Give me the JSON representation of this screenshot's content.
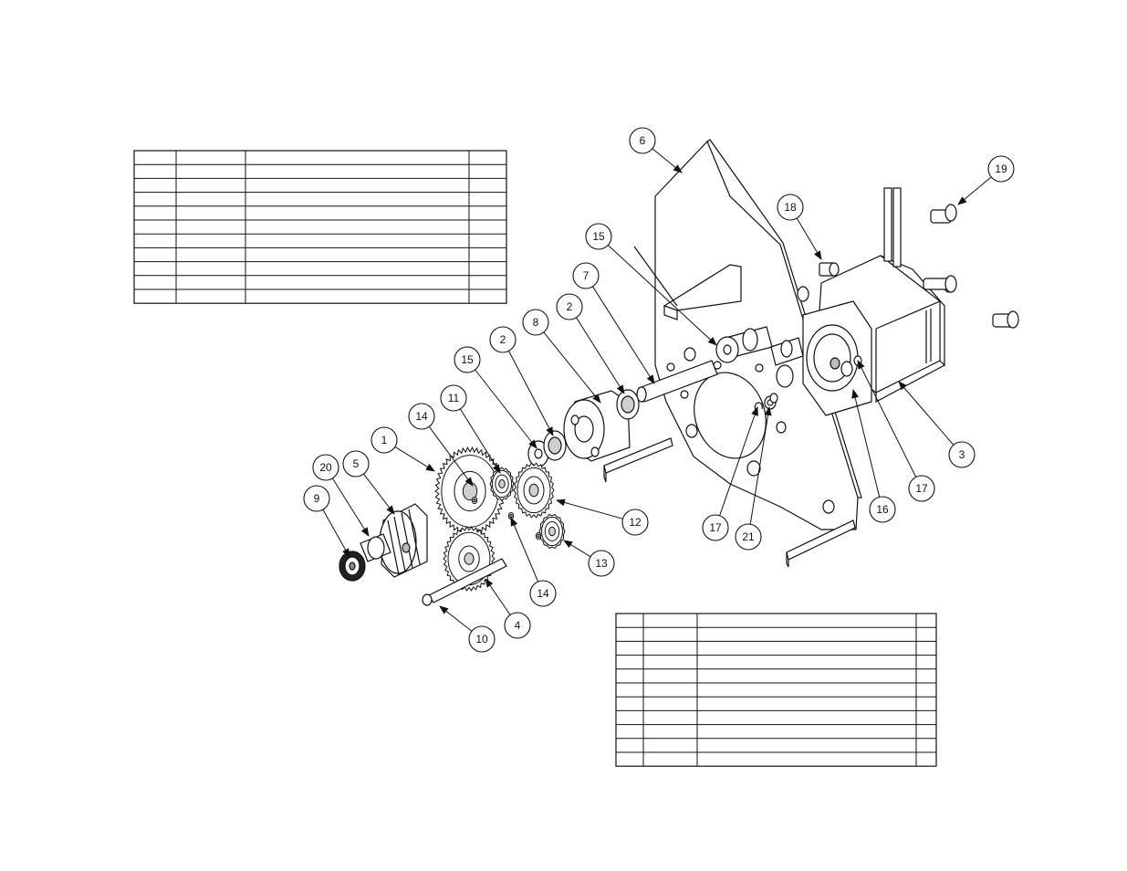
{
  "colors": {
    "ink": "#111111",
    "paper": "#ffffff",
    "shade": "#cfcfcf",
    "mid": "#9a9a9a"
  },
  "drawing": {
    "parts": [
      {
        "id": "part-1",
        "name": "large-spur-gear"
      },
      {
        "id": "part-2",
        "name": "bearing"
      },
      {
        "id": "part-3",
        "name": "stepper-motor"
      },
      {
        "id": "part-4",
        "name": "output-gear-shaft"
      },
      {
        "id": "part-5",
        "name": "shaft-coupling"
      },
      {
        "id": "part-6",
        "name": "mounting-bracket-plate"
      },
      {
        "id": "part-7",
        "name": "idler-shaft"
      },
      {
        "id": "part-8",
        "name": "bearing-housing"
      },
      {
        "id": "part-9",
        "name": "knurled-knob"
      },
      {
        "id": "part-10",
        "name": "drive-shaft"
      },
      {
        "id": "part-11",
        "name": "small-pinion"
      },
      {
        "id": "part-12",
        "name": "compound-gear"
      },
      {
        "id": "part-13",
        "name": "pinion-gear"
      },
      {
        "id": "part-14",
        "name": "spacer"
      },
      {
        "id": "part-15",
        "name": "washer"
      },
      {
        "id": "part-16",
        "name": "motor-shaft-hub"
      },
      {
        "id": "part-17",
        "name": "retaining-clip"
      },
      {
        "id": "part-18",
        "name": "standoff-screw"
      },
      {
        "id": "part-19",
        "name": "pan-head-screw"
      },
      {
        "id": "part-20",
        "name": "set-screw"
      },
      {
        "id": "part-21",
        "name": "small-washer"
      }
    ],
    "callouts": [
      {
        "label": "6"
      },
      {
        "label": "19"
      },
      {
        "label": "18"
      },
      {
        "label": "15"
      },
      {
        "label": "7"
      },
      {
        "label": "2"
      },
      {
        "label": "8"
      },
      {
        "label": "2"
      },
      {
        "label": "15"
      },
      {
        "label": "11"
      },
      {
        "label": "14"
      },
      {
        "label": "1"
      },
      {
        "label": "20"
      },
      {
        "label": "5"
      },
      {
        "label": "9"
      },
      {
        "label": "12"
      },
      {
        "label": "13"
      },
      {
        "label": "14"
      },
      {
        "label": "4"
      },
      {
        "label": "10"
      },
      {
        "label": "17"
      },
      {
        "label": "21"
      },
      {
        "label": "16"
      },
      {
        "label": "17"
      },
      {
        "label": "3"
      }
    ]
  },
  "parts_tables": [
    {
      "name": "parts-table-upper",
      "rows": 10
    },
    {
      "name": "parts-table-lower",
      "rows": 10
    }
  ]
}
